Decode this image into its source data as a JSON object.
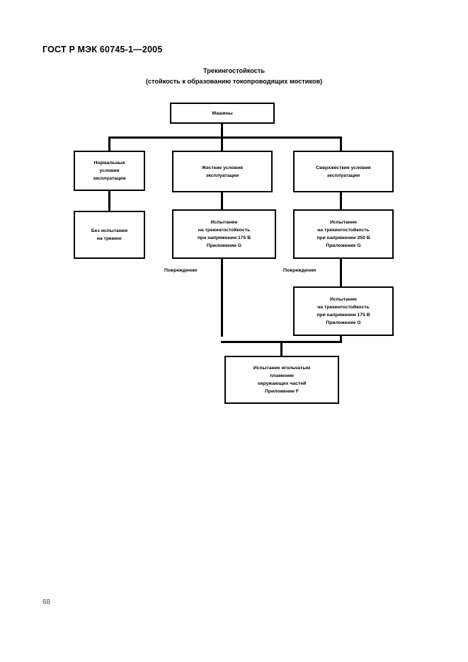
{
  "document": {
    "standard_header": "ГОСТ Р МЭК 60745-1—2005",
    "page_number": "68"
  },
  "figure": {
    "title_line1": "Трекингостойкость",
    "title_line2": "(стойкость к образованию токопроводящих мостиков)"
  },
  "flowchart": {
    "type": "flowchart",
    "nodes": {
      "root": {
        "label": "Машины"
      },
      "normal_conditions": {
        "line1": "Нормальные",
        "line2": "условия",
        "line3": "эксплуатации"
      },
      "severe_conditions": {
        "line1": "Жесткие условия",
        "line2": "эксплуатации"
      },
      "very_severe_conditions": {
        "line1": "Сверхжесткие условия",
        "line2": "эксплуатации"
      },
      "no_test": {
        "line1": "Без испытания",
        "line2": "на трекинг"
      },
      "test_175_middle": {
        "line1": "Испытание",
        "line2": "на трекингостойкость",
        "line3": "при напряжении 175 В",
        "line4": "Приложение G"
      },
      "test_250_right": {
        "line1": "Испытание",
        "line2": "на трекингостойкость",
        "line3": "при напряжении 250 В",
        "line4": "Приложение G"
      },
      "test_175_right": {
        "line1": "Испытание",
        "line2": "на трекингостойкость",
        "line3": "при напряжении 175 В",
        "line4": "Приложение G"
      },
      "needle_flame": {
        "line1": "Испытание игольчатым",
        "line2": "пламенем",
        "line3": "окружающих частей",
        "line4": "Приложение F"
      }
    },
    "edge_labels": {
      "damage_middle": "Повреждения",
      "damage_right": "Повреждения"
    }
  }
}
